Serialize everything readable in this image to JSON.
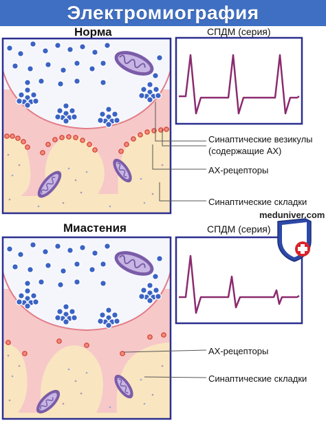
{
  "title": "Электромиография",
  "panels": [
    {
      "heading": "Норма",
      "trace_label": "СПДМ (серия)",
      "labels": [
        "Синаптические везикулы",
        "(содержащие АХ)",
        "АХ-рецепторы",
        "Синаптические складки"
      ],
      "trace": "normal"
    },
    {
      "heading": "Миастения",
      "trace_label": "СПДМ (серия)",
      "labels": [
        "АХ-рецепторы",
        "Синаптические складки"
      ],
      "trace": "myasthenia"
    }
  ],
  "watermark": "meduniver.com",
  "colors": {
    "banner": "#3f6fc2",
    "frame": "#2a2f8f",
    "terminal": "#f4f6fc",
    "cleft": "#f6c8c8",
    "muscle": "#f9e5bf",
    "vesicle_fill": "#3b63c4",
    "receptor": "#e0483a",
    "mitochondrion": "#7a5ca8",
    "trace": "#8b2a6e"
  }
}
